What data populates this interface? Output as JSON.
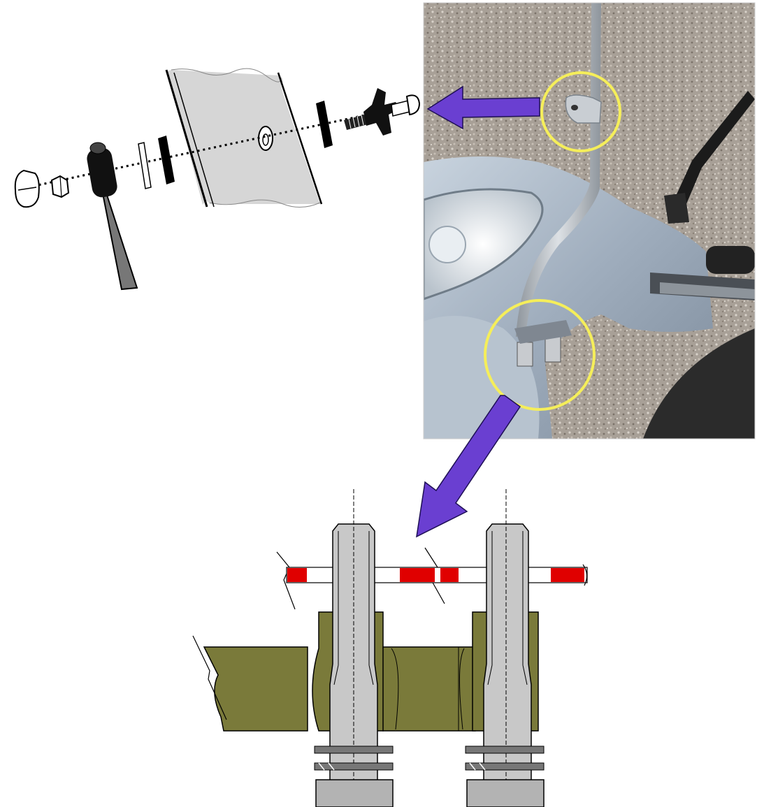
{
  "figure": {
    "panels": [
      {
        "id": "exploded-mount-diagram",
        "kind": "line-drawing"
      },
      {
        "id": "scooter-photo",
        "kind": "photograph"
      },
      {
        "id": "clamp-cross-section",
        "kind": "technical-section"
      }
    ],
    "callouts": [
      {
        "id": "upper-mount-highlight",
        "shape": "circle"
      },
      {
        "id": "lower-mount-highlight",
        "shape": "circle"
      }
    ],
    "arrows": [
      {
        "from": "upper-mount-highlight",
        "to": "exploded-mount-diagram"
      },
      {
        "from": "lower-mount-highlight",
        "to": "clamp-cross-section"
      }
    ]
  },
  "colors": {
    "background": "#ffffff",
    "arrow": "#6a3fd1",
    "callout_circle": "#f5ee5a",
    "bracket_olive": "#7a7a3a",
    "bolt_grey": "#c8c8c8",
    "warning_red": "#e00000",
    "scooter_silver": "#a9b6c4",
    "gravel": "#a59c92"
  }
}
